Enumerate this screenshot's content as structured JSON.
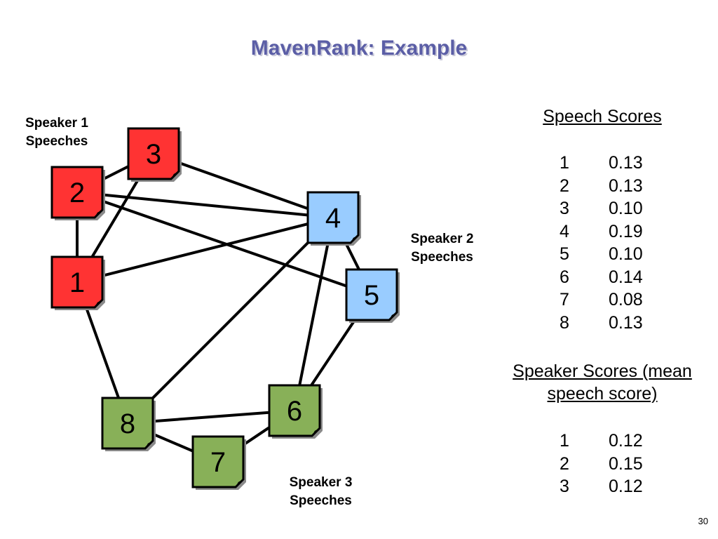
{
  "title": "MavenRank: Example",
  "colors": {
    "title": "#5b5ea6",
    "speaker1_fill": "#ff3333",
    "speaker2_fill": "#99ccff",
    "speaker3_fill": "#88b058",
    "border": "#000000",
    "node_shadow": "#8a8a8a"
  },
  "labels": {
    "speaker1": [
      "Speaker 1",
      "Speeches"
    ],
    "speaker2": [
      "Speaker 2",
      "Speeches"
    ],
    "speaker3": [
      "Speaker 3",
      "Speeches"
    ]
  },
  "nodes": [
    {
      "id": 1,
      "label": "1",
      "speaker": 1
    },
    {
      "id": 2,
      "label": "2",
      "speaker": 1
    },
    {
      "id": 3,
      "label": "3",
      "speaker": 1
    },
    {
      "id": 4,
      "label": "4",
      "speaker": 2
    },
    {
      "id": 5,
      "label": "5",
      "speaker": 2
    },
    {
      "id": 6,
      "label": "6",
      "speaker": 3
    },
    {
      "id": 7,
      "label": "7",
      "speaker": 3
    },
    {
      "id": 8,
      "label": "8",
      "speaker": 3
    }
  ],
  "edges": [
    [
      1,
      2
    ],
    [
      1,
      3
    ],
    [
      1,
      4
    ],
    [
      1,
      8
    ],
    [
      2,
      3
    ],
    [
      2,
      4
    ],
    [
      2,
      5
    ],
    [
      3,
      4
    ],
    [
      4,
      5
    ],
    [
      4,
      6
    ],
    [
      4,
      8
    ],
    [
      5,
      6
    ],
    [
      6,
      7
    ],
    [
      6,
      8
    ],
    [
      7,
      8
    ]
  ],
  "speech_scores": {
    "title": "Speech Scores",
    "rows": [
      {
        "id": "1",
        "score": "0.13"
      },
      {
        "id": "2",
        "score": "0.13"
      },
      {
        "id": "3",
        "score": "0.10"
      },
      {
        "id": "4",
        "score": "0.19"
      },
      {
        "id": "5",
        "score": "0.10"
      },
      {
        "id": "6",
        "score": "0.14"
      },
      {
        "id": "7",
        "score": "0.08"
      },
      {
        "id": "8",
        "score": "0.13"
      }
    ]
  },
  "speaker_scores": {
    "title_line1": "Speaker Scores (mean",
    "title_line2": "speech score)",
    "rows": [
      {
        "id": "1",
        "score": "0.12"
      },
      {
        "id": "2",
        "score": "0.15"
      },
      {
        "id": "3",
        "score": "0.12"
      }
    ]
  },
  "page_number": "30"
}
